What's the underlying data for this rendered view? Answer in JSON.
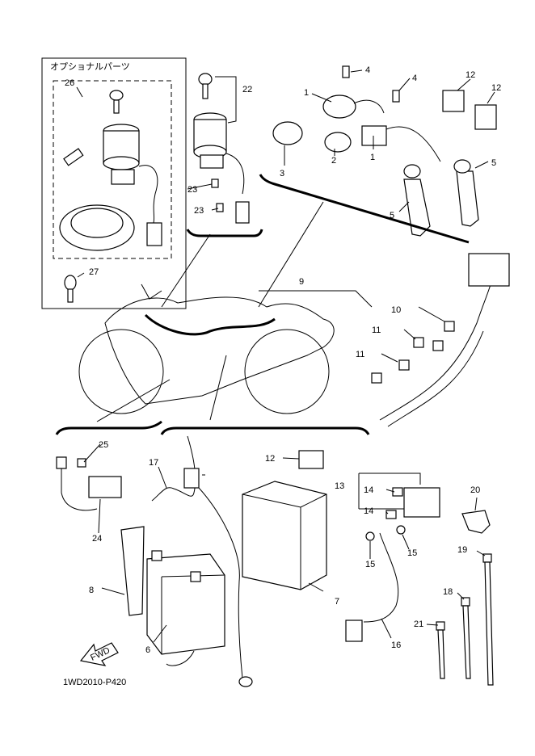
{
  "diagram": {
    "optional_parts_label": "オプショナルパーツ",
    "drawing_code": "1WD2010-P420",
    "fwd_label": "FWD",
    "callouts": {
      "c1a": "1",
      "c1b": "1",
      "c2": "2",
      "c3": "3",
      "c4a": "4",
      "c4b": "4",
      "c5a": "5",
      "c5b": "5",
      "c6": "6",
      "c7": "7",
      "c8": "8",
      "c9": "9",
      "c10": "10",
      "c11a": "11",
      "c11b": "11",
      "c12a": "12",
      "c12b": "12",
      "c12c": "12",
      "c13": "13",
      "c14a": "14",
      "c14b": "14",
      "c15a": "15",
      "c15b": "15",
      "c16": "16",
      "c17": "17",
      "c18": "18",
      "c19": "19",
      "c20": "20",
      "c21": "21",
      "c22": "22",
      "c23a": "23",
      "c23b": "23",
      "c24": "24",
      "c25": "25",
      "c26": "26",
      "c27": "27"
    }
  }
}
